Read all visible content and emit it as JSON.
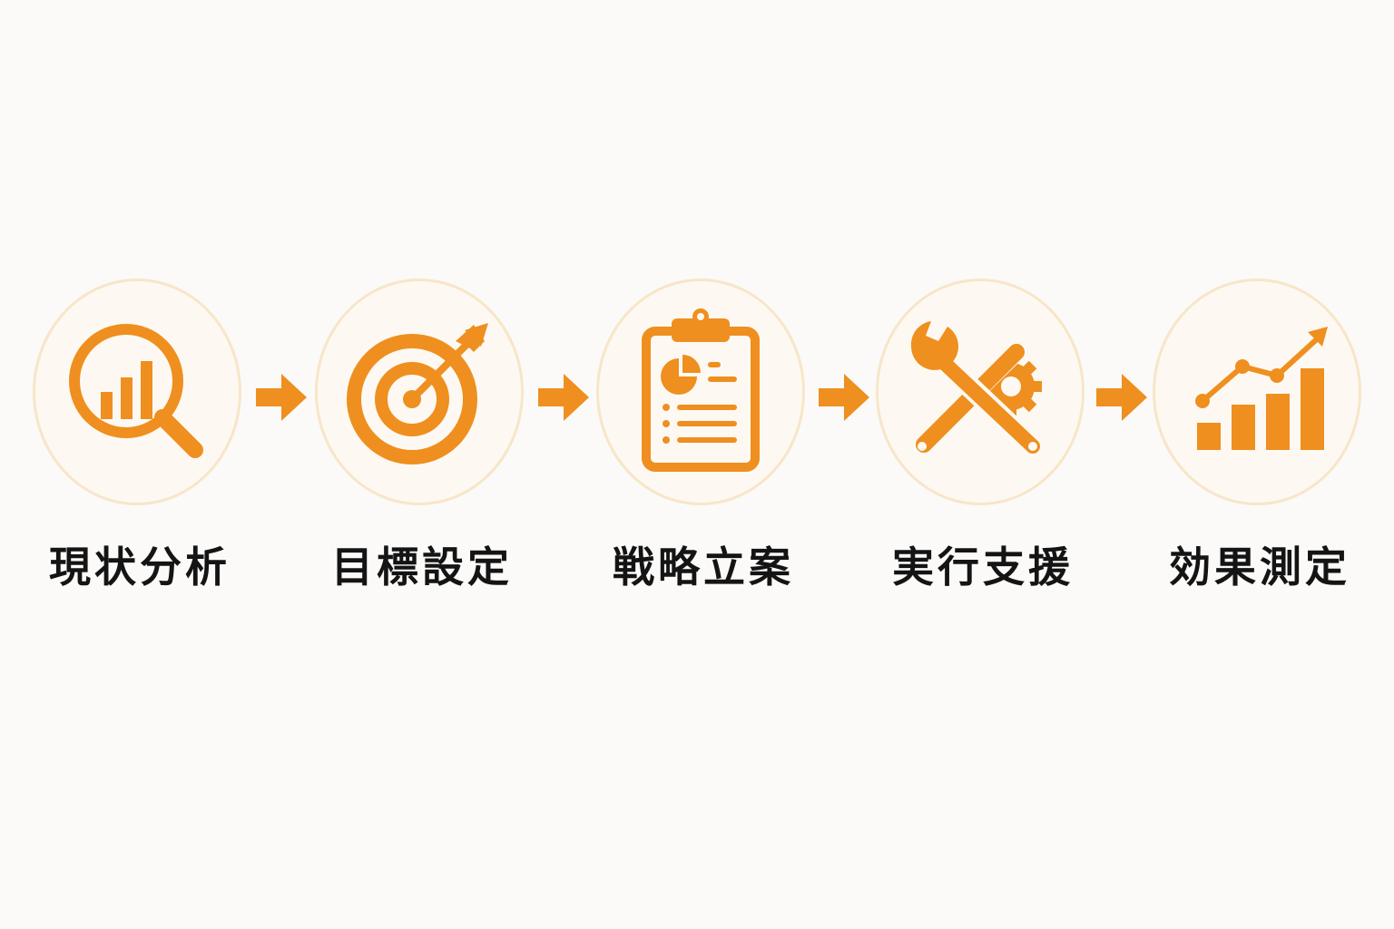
{
  "accent_color": "#ef8f1f",
  "steps": [
    {
      "label": "現状分析",
      "icon": "magnifier-bar-chart-icon"
    },
    {
      "label": "目標設定",
      "icon": "target-arrow-icon"
    },
    {
      "label": "戦略立案",
      "icon": "clipboard-plan-icon"
    },
    {
      "label": "実行支援",
      "icon": "wrench-gear-icon"
    },
    {
      "label": "効果測定",
      "icon": "growth-chart-icon"
    }
  ],
  "connector_icon": "right-arrow-icon"
}
